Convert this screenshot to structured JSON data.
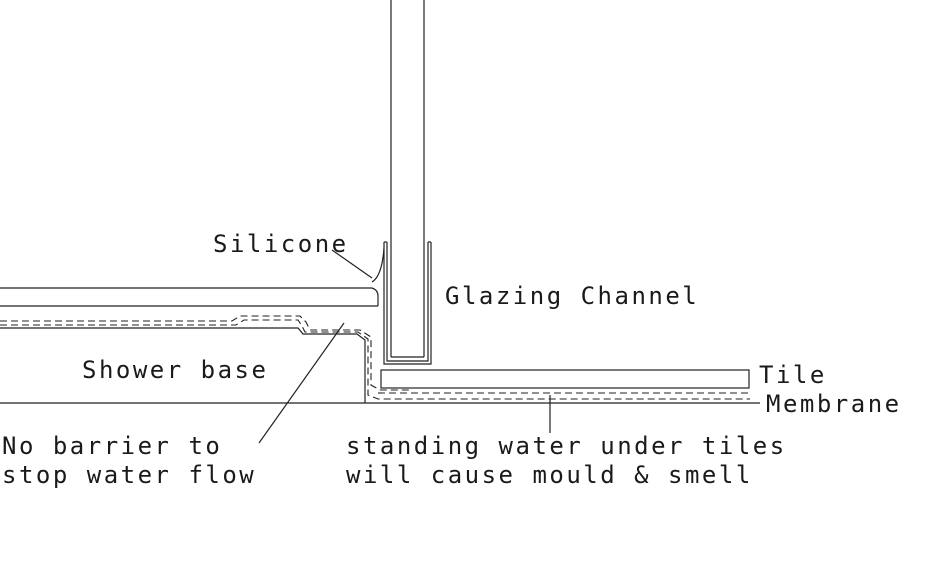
{
  "labels": {
    "silicone": "Silicone",
    "glazing_channel": "Glazing Channel",
    "shower_base": "Shower base",
    "tile": "Tile",
    "membrane": "Membrane",
    "no_barrier_line1": "No barrier to",
    "no_barrier_line2": "stop water flow",
    "standing_water_line1": "standing water under tiles",
    "standing_water_line2": "will cause mould & smell"
  },
  "colors": {
    "line": "#222222",
    "background": "#ffffff"
  }
}
